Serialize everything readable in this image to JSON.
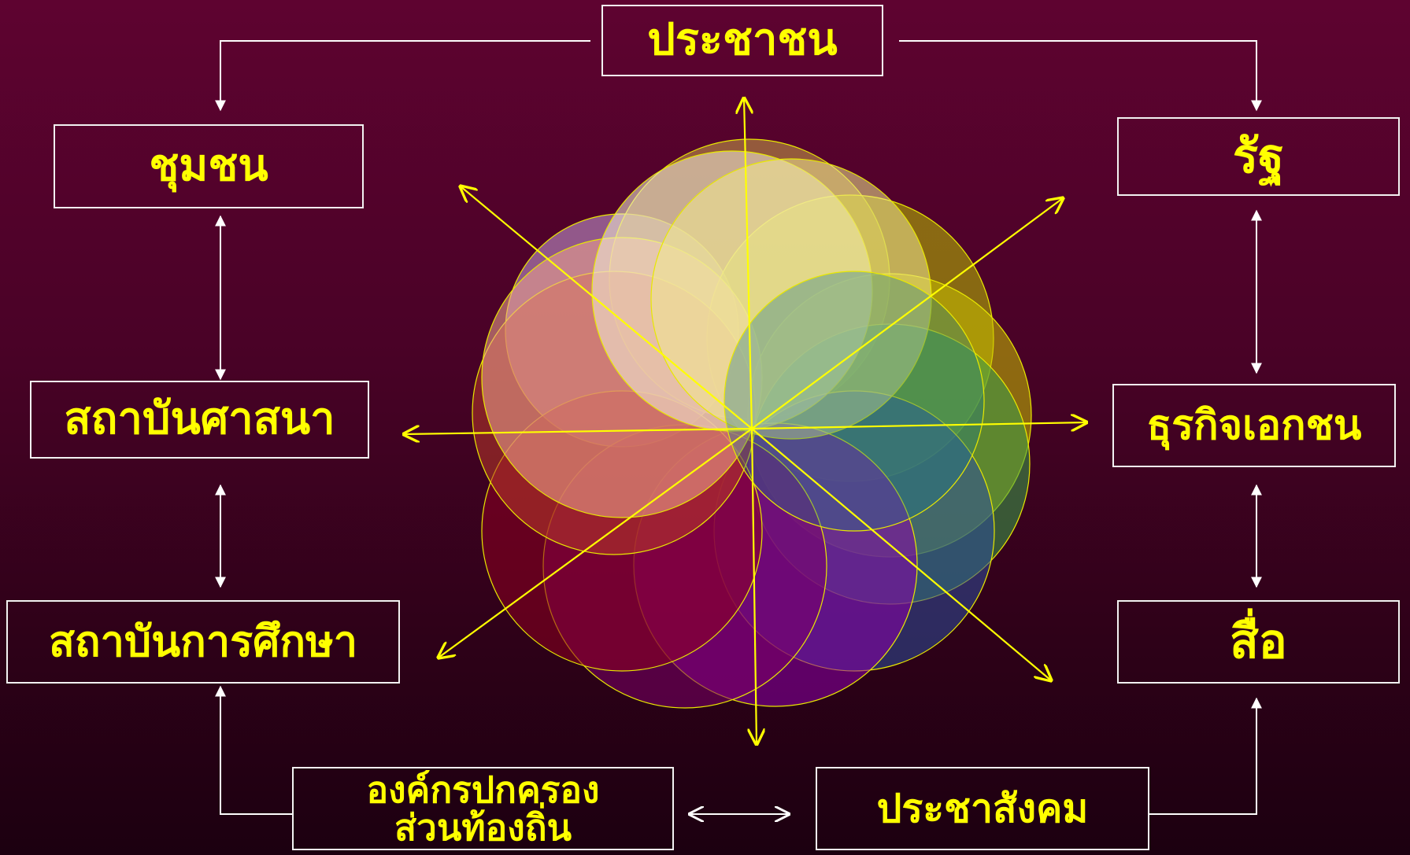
{
  "nodes": {
    "people": "ประชาชน",
    "community": "ชุมชน",
    "state": "รัฐ",
    "religious_institution": "สถาบันศาสนา",
    "private_business": "ธุรกิจเอกชน",
    "educational_institution": "สถาบันการศึกษา",
    "media": "สื่อ",
    "local_government_line1": "องค์กรปกครอง",
    "local_government_line2": "ส่วนท้องถิ่น",
    "civil_society": "ประชาสังคม"
  },
  "colors": {
    "background_top": "#5e0330",
    "background_bottom": "#1c0010",
    "box_border": "#f2f2f2",
    "label_text": "#ffff00",
    "connector": "#ffffff",
    "radial_arrows": "#ffff00"
  },
  "flower_petal_colors": [
    "#c9a24a",
    "#b9c000",
    "#3aa04a",
    "#2e4f9a",
    "#8a00a8",
    "#7a0068",
    "#8c0020",
    "#b83a2a",
    "#f0a890",
    "#c8a0d8",
    "#f4f0d8",
    "#f0e890"
  ]
}
